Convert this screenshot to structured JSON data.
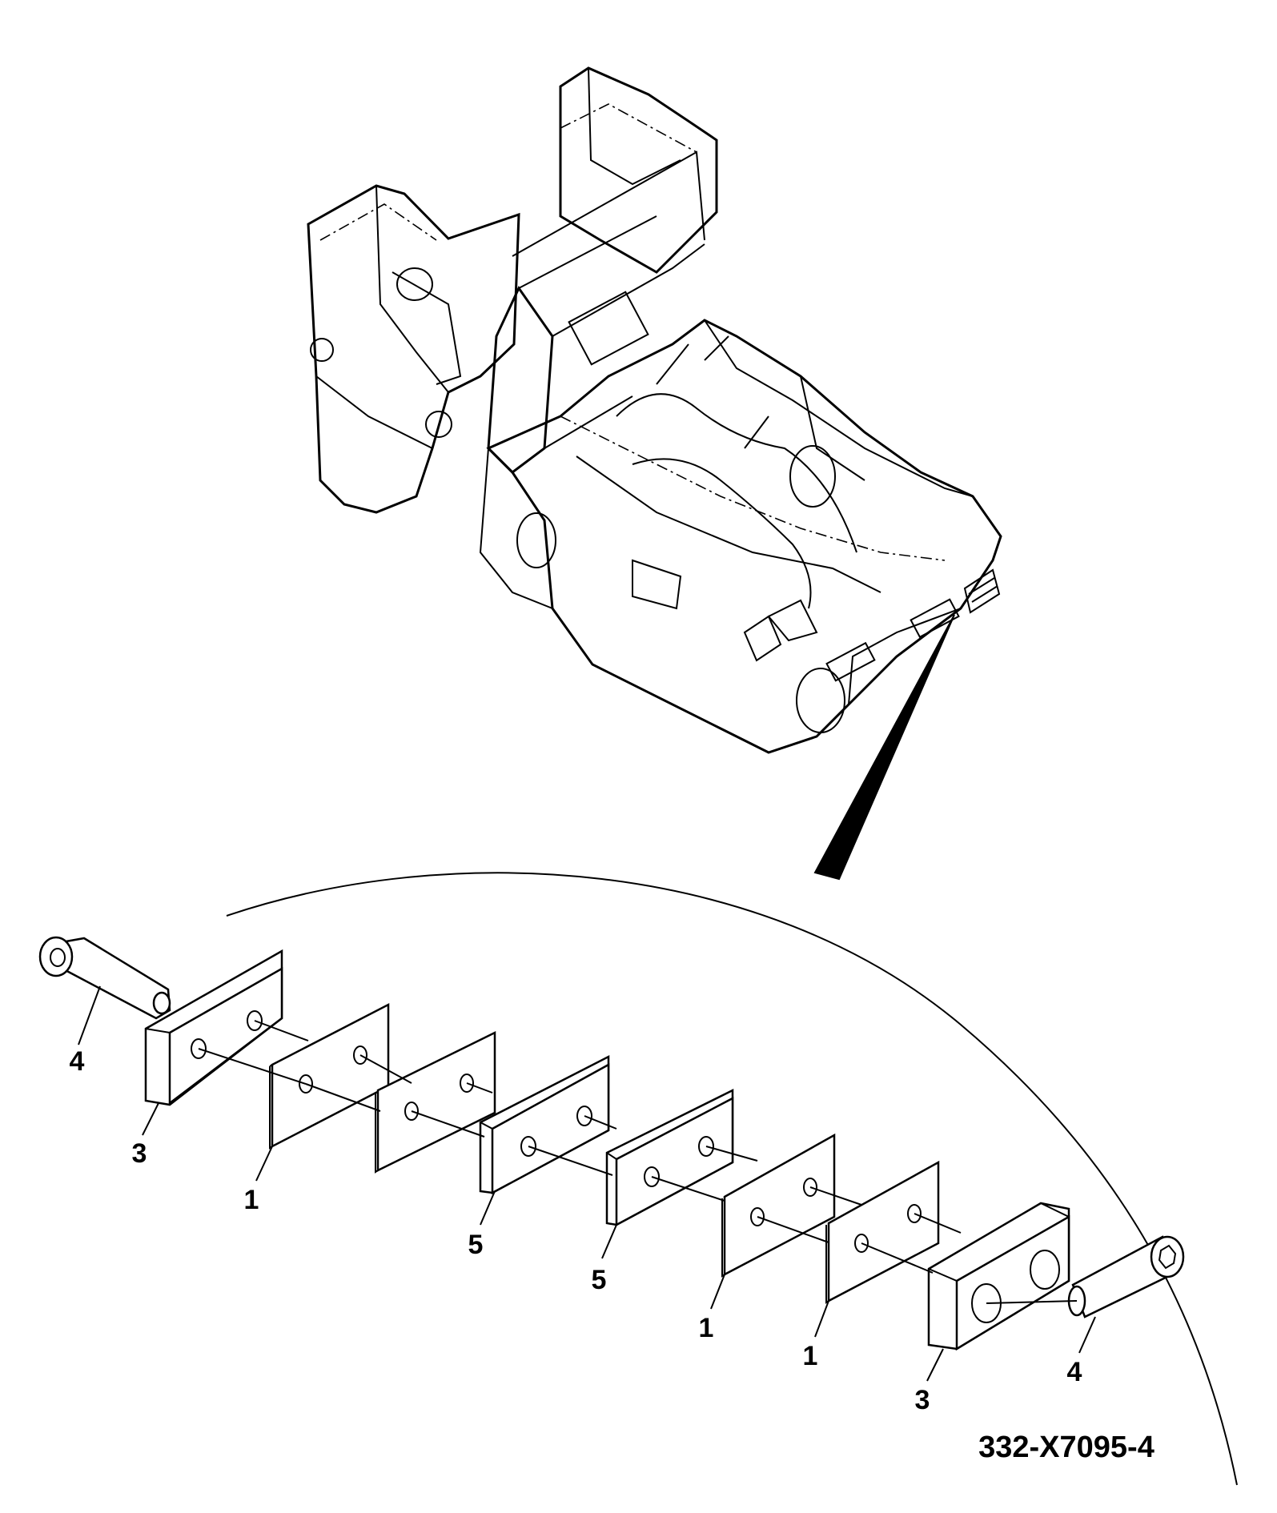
{
  "figure_number": "332-X7095-4",
  "callouts": {
    "c1": "4",
    "c2": "3",
    "c3": "1",
    "c4": "5",
    "c5": "5",
    "c6": "1",
    "c7": "1",
    "c8": "3",
    "c9": "4"
  },
  "colors": {
    "line": "#000000",
    "background": "#ffffff"
  }
}
